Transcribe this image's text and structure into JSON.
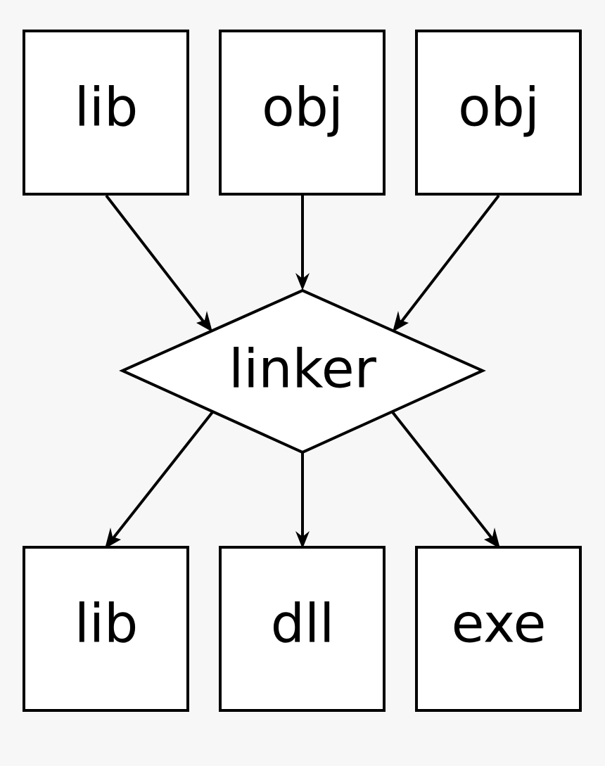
{
  "inputs": [
    {
      "label": "lib"
    },
    {
      "label": "obj"
    },
    {
      "label": "obj"
    }
  ],
  "process": {
    "label": "linker"
  },
  "outputs": [
    {
      "label": "lib"
    },
    {
      "label": "dll"
    },
    {
      "label": "exe"
    }
  ]
}
